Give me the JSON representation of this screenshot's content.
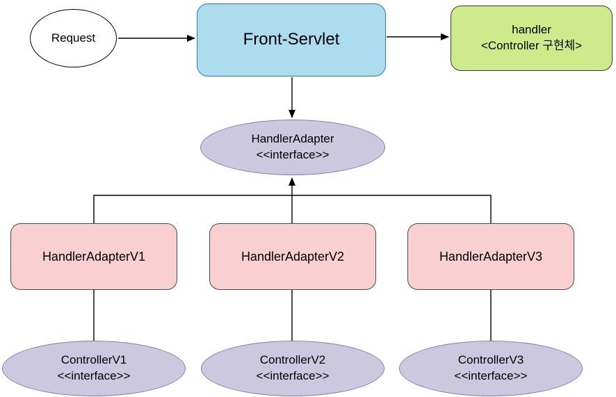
{
  "diagram": {
    "nodes": {
      "request": {
        "label": "Request"
      },
      "front_servlet": {
        "label": "Front-Servlet"
      },
      "handler": {
        "title": "handler",
        "subtitle": "<Controller 구현체>"
      },
      "handler_adapter": {
        "title": "HandlerAdapter",
        "stereotype": "<<interface>>"
      },
      "adapter_v1": {
        "label": "HandlerAdapterV1"
      },
      "adapter_v2": {
        "label": "HandlerAdapterV2"
      },
      "adapter_v3": {
        "label": "HandlerAdapterV3"
      },
      "controller_v1": {
        "title": "ControllerV1",
        "stereotype": "<<interface>>"
      },
      "controller_v2": {
        "title": "ControllerV2",
        "stereotype": "<<interface>>"
      },
      "controller_v3": {
        "title": "ControllerV3",
        "stereotype": "<<interface>>"
      }
    },
    "colors": {
      "canvas_background": "#ffffff",
      "request_fill": "#ffffff",
      "request_stroke": "#000000",
      "front_servlet_fill": "#aedcef",
      "front_servlet_stroke": "#2a7ea5",
      "handler_fill": "#cdeb8b",
      "handler_stroke": "#37393d",
      "adapter_box_fill": "#f9cfcf",
      "adapter_box_stroke": "#4a4a4a",
      "interface_ellipse_fill": "#cbc8e0",
      "interface_ellipse_stroke": "#807eae",
      "edge_color": "#000000",
      "text_color": "#000000"
    }
  }
}
